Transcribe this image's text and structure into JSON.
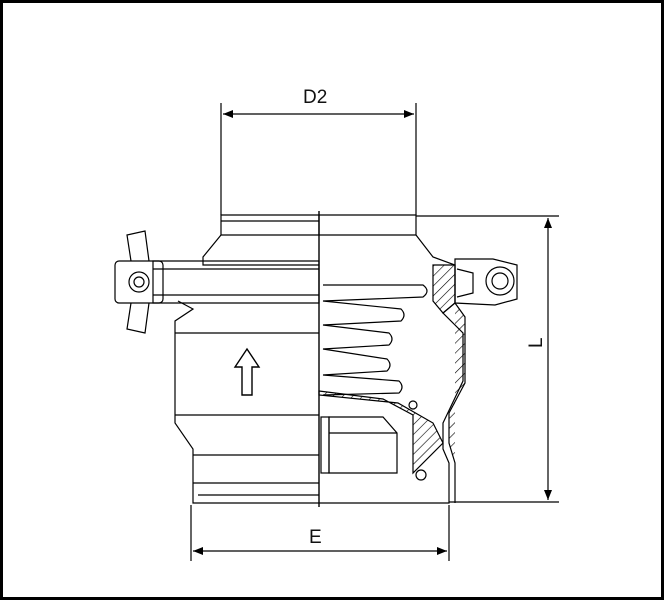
{
  "drawing": {
    "dimensions": {
      "top_width": "D2",
      "bottom_width": "E",
      "height": "L"
    },
    "flow_arrow_icon": "arrow-up-icon",
    "colors": {
      "line": "#000000",
      "background": "#ffffff"
    }
  }
}
